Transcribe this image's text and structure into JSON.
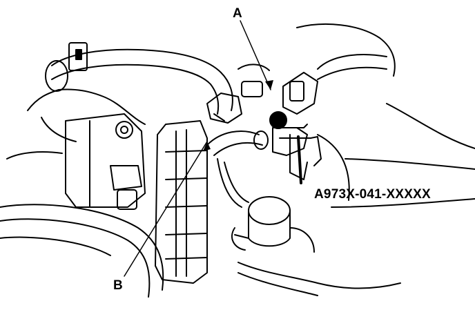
{
  "diagram": {
    "callouts": {
      "a": "A",
      "b": "B"
    },
    "part_code": "A973X-041-XXXXX",
    "colors": {
      "line": "#000000",
      "background": "#ffffff"
    }
  }
}
